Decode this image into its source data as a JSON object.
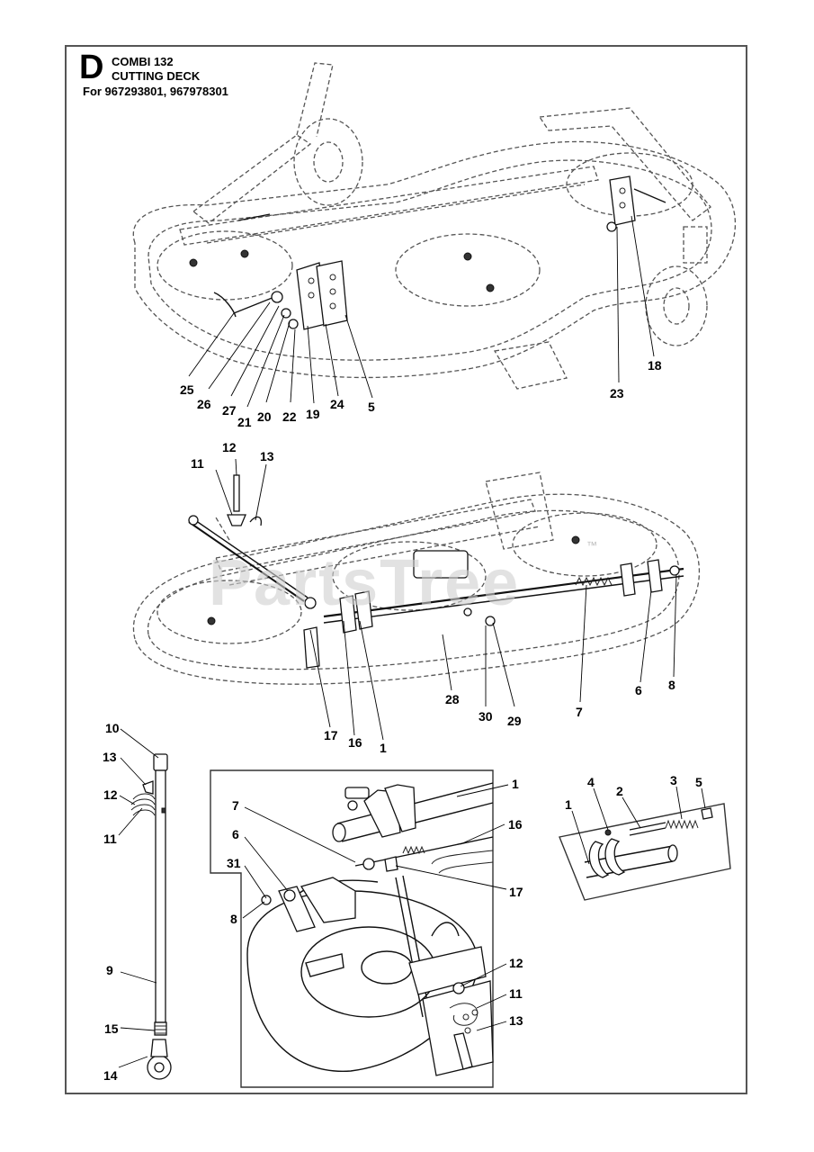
{
  "header": {
    "section_letter": "D",
    "model": "COMBI 132",
    "section_title": "CUTTING DECK",
    "applies_to": "For 967293801, 967978301"
  },
  "watermark": {
    "text": "PartsTree",
    "trademark": "™"
  },
  "callouts": {
    "top": [
      "25",
      "26",
      "27",
      "21",
      "20",
      "22",
      "19",
      "24",
      "5",
      "23",
      "18"
    ],
    "middle": [
      "12",
      "11",
      "13",
      "17",
      "16",
      "1",
      "28",
      "30",
      "29",
      "7",
      "6",
      "8"
    ],
    "rod_assembly": [
      "10",
      "13",
      "12",
      "11",
      "9",
      "15",
      "14"
    ],
    "inset_center": [
      "1",
      "7",
      "16",
      "6",
      "31",
      "17",
      "8",
      "12",
      "11",
      "13"
    ],
    "inset_right": [
      "4",
      "2",
      "3",
      "5",
      "1"
    ]
  }
}
